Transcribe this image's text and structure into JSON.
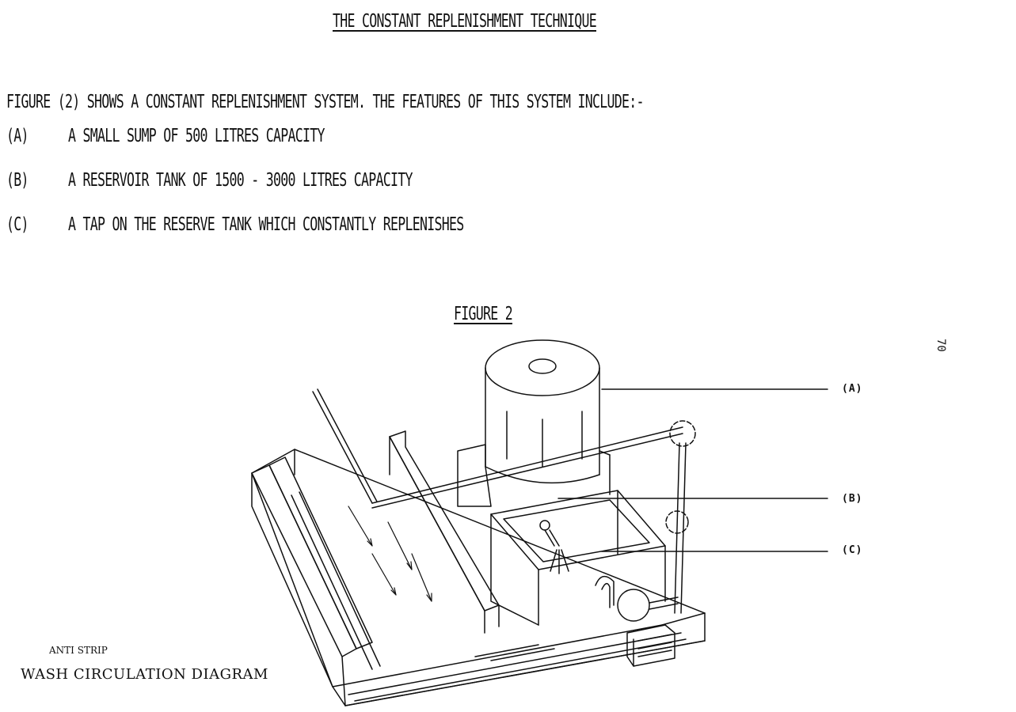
{
  "document": {
    "title": "THE CONSTANT REPLENISHMENT TECHNIQUE",
    "intro": "FIGURE (2) SHOWS A CONSTANT REPLENISHMENT SYSTEM.  THE FEATURES OF THIS SYSTEM INCLUDE:-",
    "features": [
      {
        "marker": "(A)",
        "text": "A SMALL SUMP OF 500 LITRES CAPACITY"
      },
      {
        "marker": "(B)",
        "text": "A RESERVOIR TANK OF 1500 - 3000 LITRES CAPACITY"
      },
      {
        "marker": "(C)",
        "text": "A TAP ON THE RESERVE TANK WHICH CONSTANTLY REPLENISHES"
      }
    ],
    "page_number": "70"
  },
  "figure": {
    "caption": "FIGURE 2",
    "callouts": [
      "(A)",
      "(B)",
      "(C)"
    ],
    "diagram_label_small": "ANTI STRIP",
    "diagram_label_large": "WASH CIRCULATION DIAGRAM"
  },
  "colors": {
    "ink": "#111111",
    "paper": "#ffffff"
  }
}
